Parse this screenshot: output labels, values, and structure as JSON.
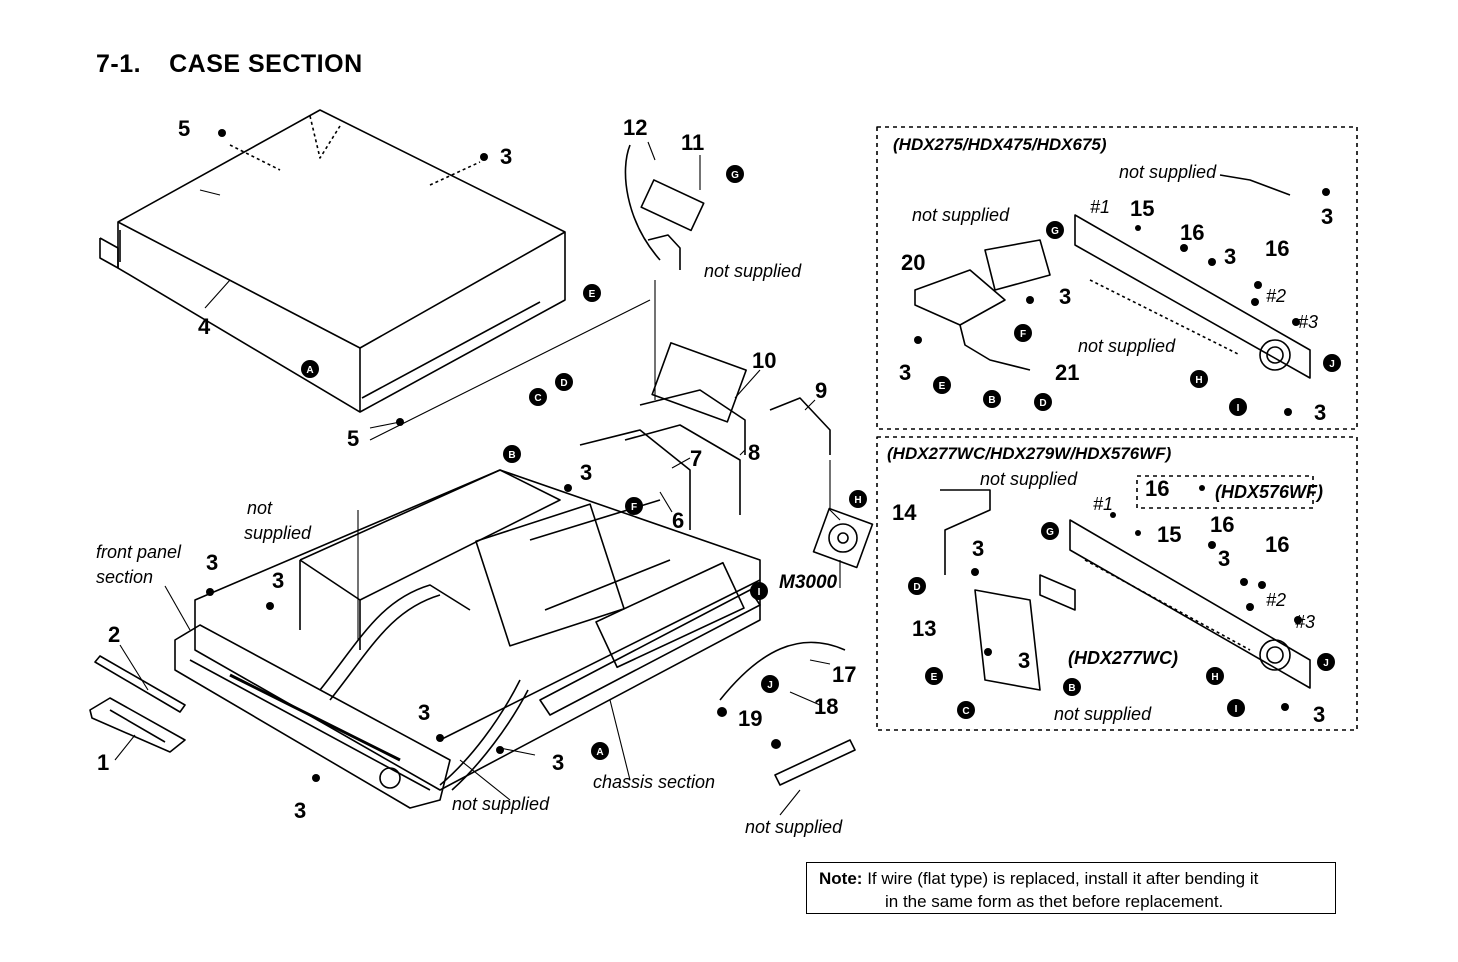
{
  "heading": {
    "number": "7-1.",
    "title": "CASE SECTION"
  },
  "callouts": [
    {
      "id": "c5a",
      "text": "5"
    },
    {
      "id": "c3a",
      "text": "3"
    },
    {
      "id": "c4",
      "text": "4"
    },
    {
      "id": "c5b",
      "text": "5"
    },
    {
      "id": "c12",
      "text": "12"
    },
    {
      "id": "c11",
      "text": "11"
    },
    {
      "id": "c10",
      "text": "10"
    },
    {
      "id": "c9",
      "text": "9"
    },
    {
      "id": "c8",
      "text": "8"
    },
    {
      "id": "c7",
      "text": "7"
    },
    {
      "id": "c6",
      "text": "6"
    },
    {
      "id": "c3b",
      "text": "3"
    },
    {
      "id": "c2",
      "text": "2"
    },
    {
      "id": "c1",
      "text": "1"
    },
    {
      "id": "c3c",
      "text": "3"
    },
    {
      "id": "c3d",
      "text": "3"
    },
    {
      "id": "c3e",
      "text": "3"
    },
    {
      "id": "c3f",
      "text": "3"
    },
    {
      "id": "c3g",
      "text": "3"
    },
    {
      "id": "c17",
      "text": "17"
    },
    {
      "id": "c18",
      "text": "18"
    },
    {
      "id": "c19",
      "text": "19"
    },
    {
      "id": "cM",
      "text": "M3000"
    },
    {
      "id": "g1_20",
      "text": "20"
    },
    {
      "id": "g1_15",
      "text": "15"
    },
    {
      "id": "g1_16a",
      "text": "16"
    },
    {
      "id": "g1_16b",
      "text": "16"
    },
    {
      "id": "g1_3a",
      "text": "3"
    },
    {
      "id": "g1_3b",
      "text": "3"
    },
    {
      "id": "g1_3c",
      "text": "3"
    },
    {
      "id": "g1_3d",
      "text": "3"
    },
    {
      "id": "g1_3e",
      "text": "3"
    },
    {
      "id": "g1_21",
      "text": "21"
    },
    {
      "id": "g2_14",
      "text": "14"
    },
    {
      "id": "g2_13",
      "text": "13"
    },
    {
      "id": "g2_15",
      "text": "15"
    },
    {
      "id": "g2_16a",
      "text": "16"
    },
    {
      "id": "g2_16b",
      "text": "16"
    },
    {
      "id": "g2_16c",
      "text": "16"
    },
    {
      "id": "g2_3a",
      "text": "3"
    },
    {
      "id": "g2_3b",
      "text": "3"
    },
    {
      "id": "g2_3c",
      "text": "3"
    },
    {
      "id": "g2_3d",
      "text": "3"
    }
  ],
  "pin_labels": [
    {
      "id": "p1a",
      "text": "#1"
    },
    {
      "id": "p2a",
      "text": "#2"
    },
    {
      "id": "p3a",
      "text": "#3"
    },
    {
      "id": "p1b",
      "text": "#1"
    },
    {
      "id": "p2b",
      "text": "#2"
    },
    {
      "id": "p3b",
      "text": "#3"
    }
  ],
  "notes": [
    {
      "id": "n1",
      "text": "not supplied"
    },
    {
      "id": "n2a",
      "text": "not"
    },
    {
      "id": "n2b",
      "text": "supplied"
    },
    {
      "id": "n3",
      "text": "not supplied"
    },
    {
      "id": "n4",
      "text": "not supplied"
    },
    {
      "id": "n5a",
      "text": "front panel"
    },
    {
      "id": "n5b",
      "text": "section"
    },
    {
      "id": "n6",
      "text": "chassis section"
    },
    {
      "id": "g1n1",
      "text": "not supplied"
    },
    {
      "id": "g1n2",
      "text": "not supplied"
    },
    {
      "id": "g1n3",
      "text": "not supplied"
    },
    {
      "id": "g2n1",
      "text": "not supplied"
    },
    {
      "id": "g2n2",
      "text": "not supplied"
    },
    {
      "id": "g2n3",
      "text": "(HDX277WC)"
    },
    {
      "id": "g2n4",
      "text": "(HDX576WF)"
    }
  ],
  "group_titles": {
    "group1": "(HDX275/HDX475/HDX675)",
    "group2": "(HDX277WC/HDX279W/HDX576WF)"
  },
  "connectors": [
    {
      "id": "A1",
      "text": "A"
    },
    {
      "id": "A2",
      "text": "A"
    },
    {
      "id": "B1",
      "text": "B"
    },
    {
      "id": "C1",
      "text": "C"
    },
    {
      "id": "D1",
      "text": "D"
    },
    {
      "id": "E1",
      "text": "E"
    },
    {
      "id": "F1",
      "text": "F"
    },
    {
      "id": "G1",
      "text": "G"
    },
    {
      "id": "H1",
      "text": "H"
    },
    {
      "id": "I1",
      "text": "I"
    },
    {
      "id": "J1",
      "text": "J"
    },
    {
      "id": "g1G",
      "text": "G"
    },
    {
      "id": "g1F",
      "text": "F"
    },
    {
      "id": "g1E",
      "text": "E"
    },
    {
      "id": "g1B",
      "text": "B"
    },
    {
      "id": "g1D",
      "text": "D"
    },
    {
      "id": "g1H",
      "text": "H"
    },
    {
      "id": "g1I",
      "text": "I"
    },
    {
      "id": "g1J",
      "text": "J"
    },
    {
      "id": "g2G",
      "text": "G"
    },
    {
      "id": "g2D",
      "text": "D"
    },
    {
      "id": "g2E",
      "text": "E"
    },
    {
      "id": "g2C",
      "text": "C"
    },
    {
      "id": "g2B",
      "text": "B"
    },
    {
      "id": "g2H",
      "text": "H"
    },
    {
      "id": "g2I",
      "text": "I"
    },
    {
      "id": "g2J",
      "text": "J"
    }
  ],
  "note_box": {
    "label": "Note:",
    "line1": "If wire (flat type) is replaced, install it after bending it",
    "line2": "in the same form as thet before replacement."
  }
}
